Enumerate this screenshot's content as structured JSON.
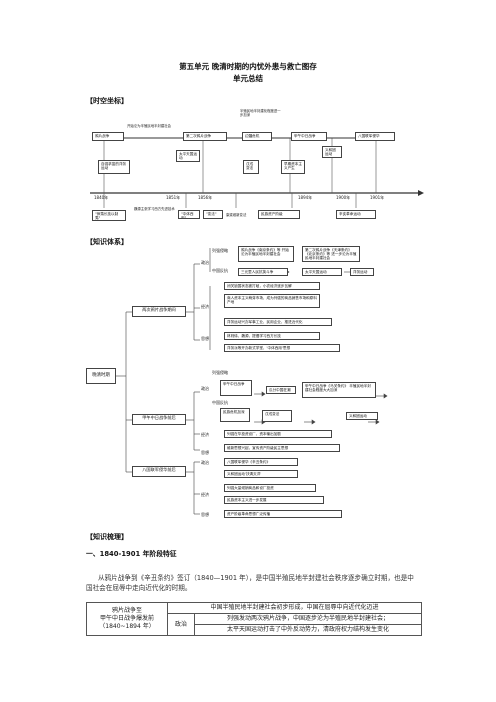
{
  "header": {
    "title": "第五单元 晚清时期的内忧外患与救亡图存",
    "subtitle": "单元总结"
  },
  "sections": {
    "timeline": "【时空坐标】",
    "system": "【知识体系】",
    "review": "【知识梳理】"
  },
  "timeline": {
    "top_boxes": [
      "鸦片战争",
      "第二次鸦片战争",
      "甲午中日战争",
      "八国联军侵华",
      "边疆危机"
    ],
    "top_notes": [
      "开始沦为半殖民地半封建社会",
      "半殖民地半封建化程度进一步加深"
    ],
    "mid_boxes": [
      "太平天国运动",
      "自强求富的洋务运动",
      "戊戌变法",
      "义和团运动",
      "早期资本主义产生"
    ],
    "years": [
      "1840年",
      "1851年",
      "1856年",
      "1894年",
      "1900年",
      "1901年"
    ],
    "bottom_boxes": [
      "\"师夷长技以制夷\"",
      "\"中体西用\"",
      "\"变法\"",
      "民族资产阶级",
      "辛亥革命运动"
    ],
    "bottom_notes": [
      "魏源主张学习西方先进技术",
      "康梁维新变法"
    ]
  },
  "system": {
    "root": "晚清时期",
    "periods": [
      "两次鸦片战争期间",
      "甲午中日战争前后",
      "八国联军侵华前后"
    ],
    "categories": [
      "政治",
      "经济",
      "思想"
    ],
    "p1": {
      "invasion_label": "列强侵略",
      "resist_label": "中国反抗",
      "items": [
        "鸦片战争《南京条约》等 开始沦为半殖民地半封建社会",
        "第二次鸦片战争《天津条约》《北京条约》等 进一步沦为半殖民地半封建社会",
        "三元里人民抗英斗争",
        "太平天国运动",
        "洋务运动",
        "闭关锁国状态被打破，小农经济逐步瓦解",
        "商人资本主义萌芽市场，成为列强的商品销售市场和原料产地",
        "洋务运动兴办军事工业、民用企业，推进近代化",
        "林则徐、魏源，提倡学习西方长技",
        "洋务派等开办新式学堂，'中体西用'思想"
      ]
    },
    "p2": {
      "invasion_label": "列强侵略",
      "resist_label": "中国反抗",
      "items": [
        "甲午中日战争",
        "甲午中日战争《马关条约》 半殖民地半封建社会程度大大加深",
        "瓜分中国狂潮",
        "民族危机加深",
        "戊戌变法",
        "义和团运动",
        "列强在华投资设厂，资本输出加剧",
        "维新思想兴起，宣传资产阶级民主思想"
      ]
    },
    "p3": {
      "items": [
        "八国联军侵华《辛丑条约》",
        "义和团运动'扶清灭洋'",
        "列强大量倾销商品和设厂投资",
        "民族资本主义进一步发展",
        "资产阶级革命思想广泛传播"
      ]
    }
  },
  "review": {
    "heading": "一、1840-1901 年阶段特征",
    "paragraph": "从鸦片战争到《辛丑条约》签订（1840—1901 年），是中国半殖民地半封建社会秩序逐步确立时期，也是中国社会在屈辱中走向近代化的时期。",
    "table": {
      "col1": [
        "鸦片战争至",
        "甲午中日战争爆发前",
        "（1840~1894 年）"
      ],
      "row1": "中国半殖民地半封建社会初步形成，中国在屈辱中向近代化迈进",
      "label": "政治",
      "row2": [
        "列强发动两次鸦片战争，中国逐步沦为半殖民地半封建社会；",
        "太平天国运动打击了中外反动势力，清政府权力结构发生变化"
      ]
    }
  }
}
